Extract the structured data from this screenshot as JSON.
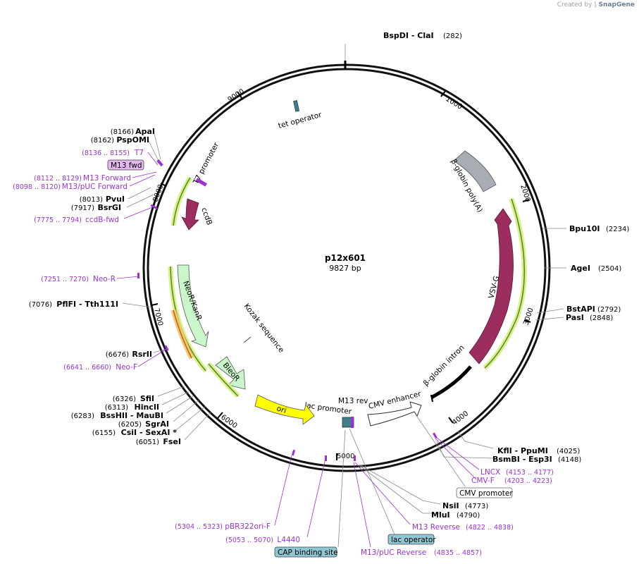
{
  "credit": {
    "prefix": "Created by",
    "brand": "SnapGene"
  },
  "plasmid": {
    "name": "p12x601",
    "size_label": "9827 bp"
  },
  "ticks": [
    "1000",
    "2000",
    "3000",
    "4000",
    "5000",
    "6000",
    "7000",
    "8000",
    "9000"
  ],
  "sites": [
    {
      "name": "BspDI  - ClaI",
      "num": "(282)"
    },
    {
      "name": "Bpu10I",
      "num": "(2234)"
    },
    {
      "name": "AgeI",
      "num": "(2504)"
    },
    {
      "name": "BstAPI",
      "num": "(2792)"
    },
    {
      "name": "PasI",
      "num": "(2848)"
    },
    {
      "name": "KflI  - PpuMI",
      "num": "(4025)"
    },
    {
      "name": "BsmBI  - Esp3I",
      "num": "(4148)"
    },
    {
      "name": "NsiI",
      "num": "(4773)"
    },
    {
      "name": "MluI",
      "num": "(4790)"
    },
    {
      "name": "FseI",
      "num": "(6051)"
    },
    {
      "name": "CsiI  - SexAI *",
      "num": "(6155)"
    },
    {
      "name": "SgrAI",
      "num": "(6205)"
    },
    {
      "name": "BssHII  - MauBI",
      "num": "(6283)"
    },
    {
      "name": "HincII",
      "num": "(6313)"
    },
    {
      "name": "SfiI",
      "num": "(6326)"
    },
    {
      "name": "RsrII",
      "num": "(6676)"
    },
    {
      "name": "PflFI  - Tth111I",
      "num": "(7076)"
    },
    {
      "name": "BsrGI",
      "num": "(7917)"
    },
    {
      "name": "PvuI",
      "num": "(8013)"
    },
    {
      "name": "PspOMI",
      "num": "(8162)"
    },
    {
      "name": "ApaI",
      "num": "(8166)"
    }
  ],
  "primers": [
    {
      "name": "T7",
      "num": "(8136 .. 8155)"
    },
    {
      "name": "M13 Forward",
      "num": "(8112 .. 8129)"
    },
    {
      "name": "M13/pUC Forward",
      "num": "(8098 .. 8120)"
    },
    {
      "name": "ccdB-fwd",
      "num": "(7775 .. 7794)"
    },
    {
      "name": "Neo-R",
      "num": "(7251 .. 7270)"
    },
    {
      "name": "Neo-F",
      "num": "(6641 .. 6660)"
    },
    {
      "name": "pBR322ori-F",
      "num": "(5304 .. 5323)"
    },
    {
      "name": "L4440",
      "num": "(5053 .. 5070)"
    },
    {
      "name": "M13/pUC Reverse",
      "num": "(4835 .. 4857)"
    },
    {
      "name": "M13 Reverse",
      "num": "(4822 .. 4838)"
    },
    {
      "name": "CMV-F",
      "num": "(4203 .. 4223)"
    },
    {
      "name": "LNCX",
      "num": "(4153 .. 4177)"
    }
  ],
  "boxed_labels": [
    "M13 fwd",
    "CMV promoter",
    "lac operator",
    "CAP binding site"
  ],
  "features": {
    "tet_operator": "tet operator",
    "beta_globin_polya": "β-globin poly(A)",
    "vsvg": "VSV-G",
    "beta_globin_intron": "β-globin intron",
    "cmv_enhancer": "CMV enhancer",
    "m13_rev": "M13 rev",
    "lac_promoter": "lac promoter",
    "ori": "ori",
    "bleor": "BleoR",
    "kozak": "Kozak sequence",
    "neor": "NeoR/KanR",
    "ccdb": "ccdB",
    "t7_promoter": "T7 promoter"
  },
  "colors": {
    "vsvg": "#9c2d5f",
    "ccdb": "#9c2d5f",
    "polya": "#a7adb3",
    "neor": "#c9f7c9",
    "bleor": "#c9f7c9",
    "ori": "#ffff00",
    "primer": "#9933cc",
    "primer_halo": "#d9f08a",
    "lac_operator": "#8ec7d3",
    "boxed_m13": "#e5b7f0"
  }
}
